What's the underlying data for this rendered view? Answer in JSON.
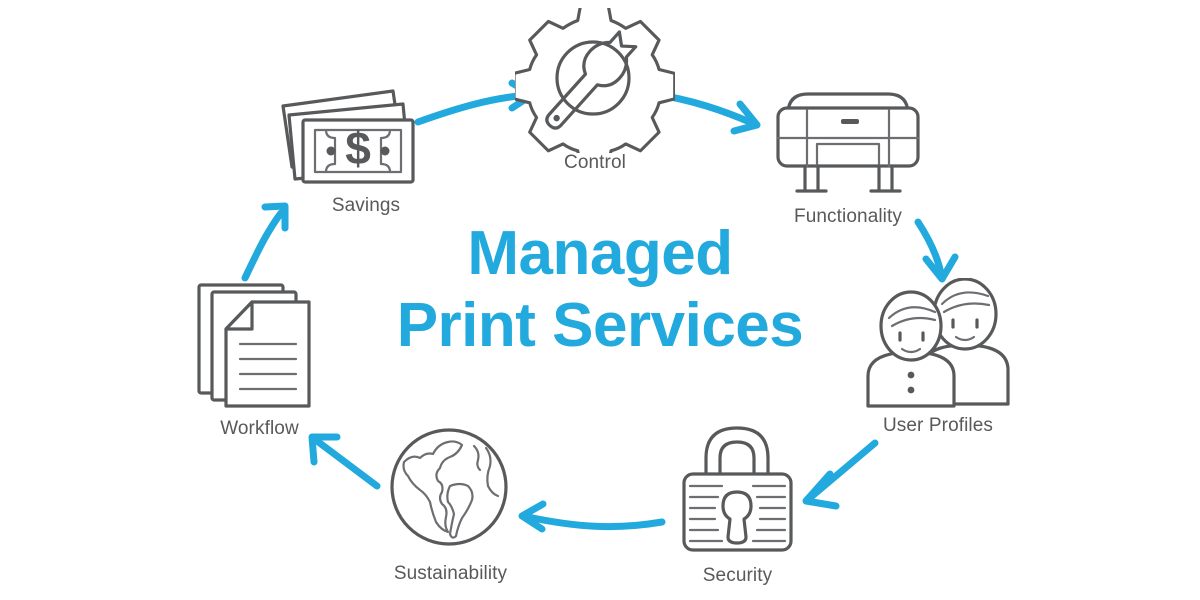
{
  "diagram": {
    "center_title_line1": "Managed",
    "center_title_line2": "Print Services",
    "accent_color": "#22a9dd",
    "icon_color": "#58595b",
    "label_color": "#58595b",
    "background_color": "#ffffff"
  },
  "nodes": [
    {
      "id": "control",
      "label": "Control",
      "icon": "gear-wrench-icon"
    },
    {
      "id": "functionality",
      "label": "Functionality",
      "icon": "wide-format-printer-icon"
    },
    {
      "id": "user-profiles",
      "label": "User Profiles",
      "icon": "two-users-icon"
    },
    {
      "id": "security",
      "label": "Security",
      "icon": "padlock-icon"
    },
    {
      "id": "sustainability",
      "label": "Sustainability",
      "icon": "globe-icon"
    },
    {
      "id": "workflow",
      "label": "Workflow",
      "icon": "document-stack-icon"
    },
    {
      "id": "savings",
      "label": "Savings",
      "icon": "banknotes-dollar-icon"
    }
  ],
  "arrows": [
    {
      "from": "savings",
      "to": "control",
      "direction": "right"
    },
    {
      "from": "control",
      "to": "functionality",
      "direction": "right"
    },
    {
      "from": "functionality",
      "to": "user-profiles",
      "direction": "down"
    },
    {
      "from": "user-profiles",
      "to": "security",
      "direction": "down-left"
    },
    {
      "from": "security",
      "to": "sustainability",
      "direction": "left"
    },
    {
      "from": "sustainability",
      "to": "workflow",
      "direction": "up-left"
    },
    {
      "from": "workflow",
      "to": "savings",
      "direction": "up-right"
    }
  ]
}
